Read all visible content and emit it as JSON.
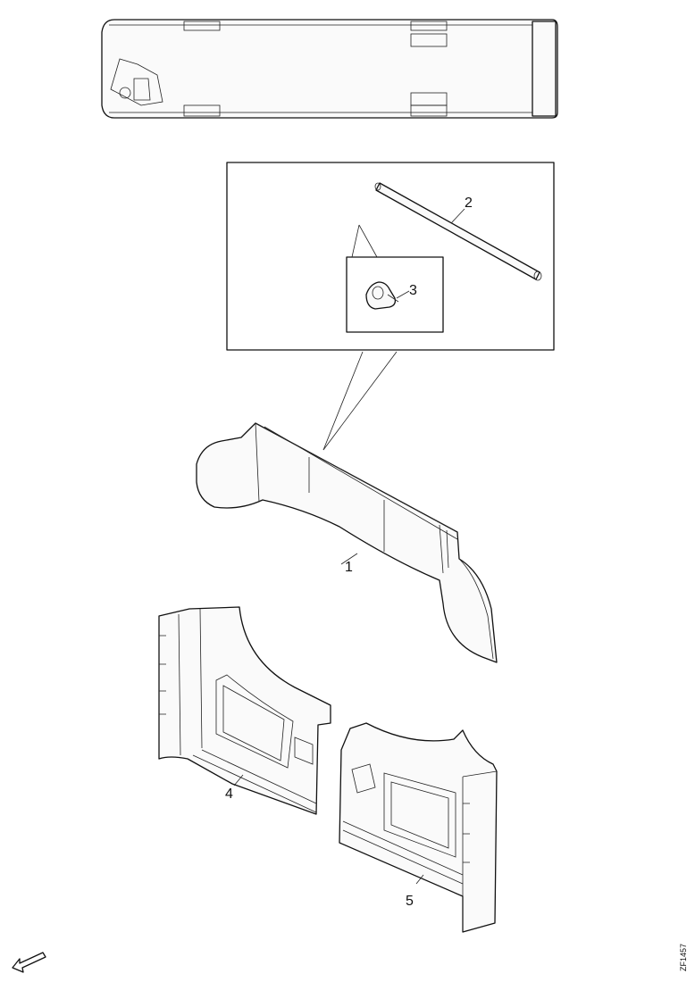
{
  "callouts": {
    "part_1": "1",
    "part_2": "2",
    "part_3": "3",
    "part_4": "4",
    "part_5": "5"
  },
  "reference_code": "ZF1457",
  "icons": {
    "direction_arrow": "arrow-forward-icon"
  }
}
